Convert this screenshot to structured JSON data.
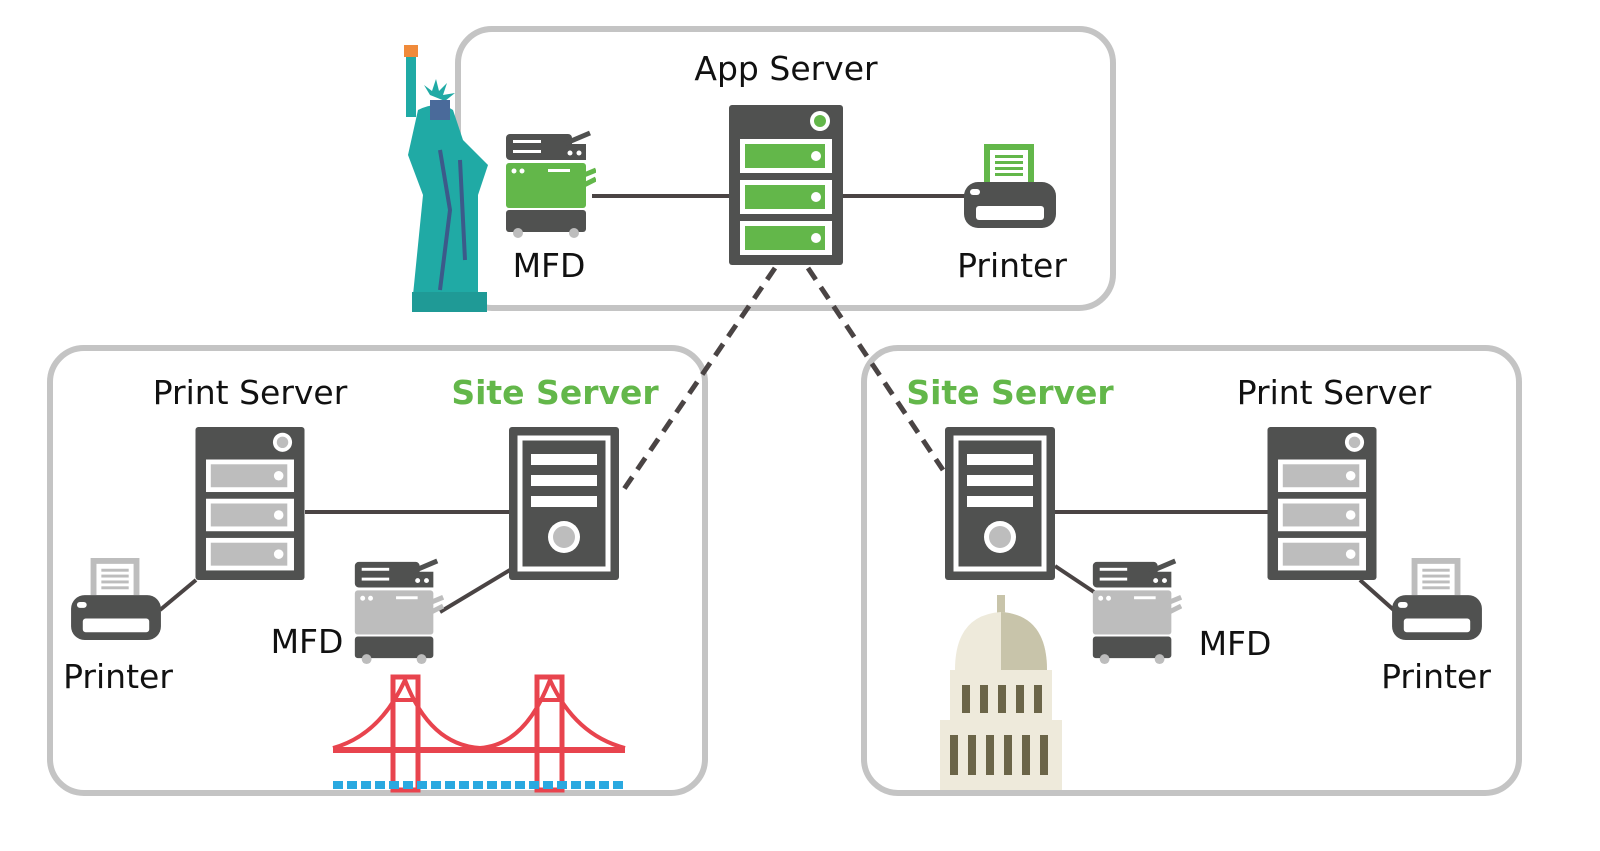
{
  "top_site": {
    "server_label": "App Server",
    "mfd_label": "MFD",
    "printer_label": "Printer",
    "landmark": "statue-of-liberty"
  },
  "left_site": {
    "print_server_label": "Print Server",
    "site_server_label": "Site Server",
    "printer_label": "Printer",
    "mfd_label": "MFD",
    "landmark": "golden-gate-bridge"
  },
  "right_site": {
    "site_server_label": "Site Server",
    "print_server_label": "Print Server",
    "mfd_label": "MFD",
    "printer_label": "Printer",
    "landmark": "capitol-dome"
  },
  "colors": {
    "accent_green": "#63b74a",
    "device_dark": "#505150",
    "device_gray": "#bdbdbd",
    "site_border": "#c4c4c4"
  }
}
